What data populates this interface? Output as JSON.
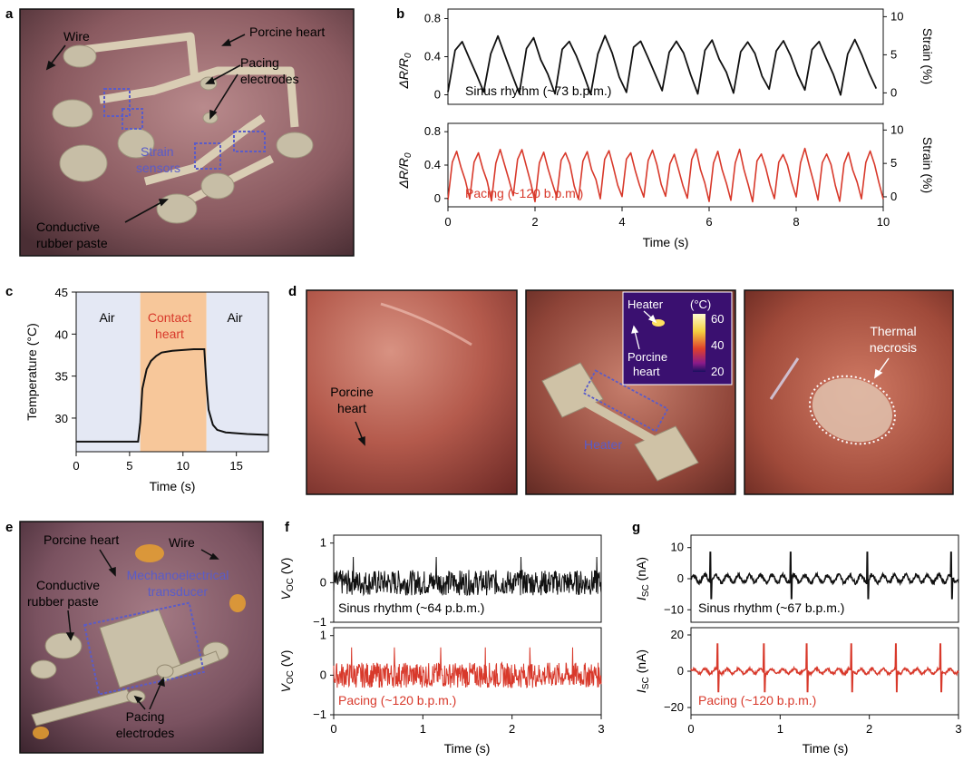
{
  "panels": {
    "a": {
      "letter": "a",
      "labels": {
        "wire": "Wire",
        "porcine_heart": "Porcine heart",
        "pacing_1": "Pacing",
        "pacing_2": "electrodes",
        "strain_1": "Strain",
        "strain_2": "sensors",
        "rubber_1": "Conductive",
        "rubber_2": "rubber paste"
      }
    },
    "b": {
      "letter": "b",
      "top_caption": "Sinus rhythm (~73 b.p.m.)",
      "bottom_caption": "Pacing (~120 b.p.m.)",
      "ylabel_left": "ΔR/R",
      "ylabel_left_sub": "0",
      "ylabel_right": "Strain (%)",
      "xlabel": "Time (s)"
    },
    "c": {
      "letter": "c",
      "region_left": "Air",
      "region_mid_1": "Contact",
      "region_mid_2": "heart",
      "region_right": "Air",
      "xlabel": "Time (s)",
      "ylabel": "Temperature (°C)"
    },
    "d": {
      "letter": "d",
      "left_label_1": "Porcine",
      "left_label_2": "heart",
      "heater": "Heater",
      "inset_heater": "Heater",
      "inset_porcine_1": "Porcine",
      "inset_porcine_2": "heart",
      "inset_unit": "(°C)",
      "inset_ticks": [
        "60",
        "40",
        "20"
      ],
      "necrosis_1": "Thermal",
      "necrosis_2": "necrosis"
    },
    "e": {
      "letter": "e",
      "labels": {
        "porcine_heart": "Porcine heart",
        "wire": "Wire",
        "mech_1": "Mechanoelectrical",
        "mech_2": "transducer",
        "rubber_1": "Conductive",
        "rubber_2": "rubber paste",
        "pacing_1": "Pacing",
        "pacing_2": "electrodes"
      }
    },
    "f": {
      "letter": "f",
      "top_caption": "Sinus rhythm (~64 p.b.m.)",
      "bottom_caption": "Pacing (~120 b.p.m.)",
      "ylabel": "V",
      "ylabel_sub": "OC",
      "ylabel_unit": " (V)",
      "xlabel": "Time (s)"
    },
    "g": {
      "letter": "g",
      "top_caption": "Sinus rhythm (~67 b.p.m.)",
      "bottom_caption": "Pacing (~120 b.p.m.)",
      "ylabel": "I",
      "ylabel_sub": "SC",
      "ylabel_unit": " (nA)",
      "xlabel": "Time (s)"
    }
  },
  "colors": {
    "black_trace": "#111111",
    "red_trace": "#d8392b",
    "air_region": "#e4e8f4",
    "contact_region": "#f7c79a",
    "contact_text": "#d8392b",
    "sensor_label": "#5a5cc8"
  },
  "chart_data": [
    {
      "panel": "b",
      "type": "line",
      "xlim": [
        0,
        10
      ],
      "x_ticks": [
        "0",
        "2",
        "4",
        "6",
        "8",
        "10"
      ],
      "series": [
        {
          "name": "Sinus rhythm (~73 b.p.m.)",
          "ylim": [
            -0.1,
            0.9
          ],
          "y_ticks": [
            "0",
            "0.4",
            "0.8"
          ],
          "right_ticks": [
            "0",
            "5",
            "10"
          ],
          "period_s": 0.82,
          "min": 0.03,
          "max": 0.68,
          "color": "#111111"
        },
        {
          "name": "Pacing (~120 b.p.m.)",
          "ylim": [
            -0.1,
            0.9
          ],
          "y_ticks": [
            "0",
            "0.4",
            "0.8"
          ],
          "right_ticks": [
            "0",
            "5",
            "10"
          ],
          "period_s": 0.5,
          "min": 0.0,
          "max": 0.66,
          "color": "#d8392b"
        }
      ]
    },
    {
      "panel": "c",
      "type": "line",
      "xlim": [
        0,
        18
      ],
      "ylim": [
        26,
        45
      ],
      "x_ticks": [
        "0",
        "5",
        "10",
        "15"
      ],
      "y_ticks": [
        "30",
        "35",
        "40",
        "45"
      ],
      "regions": [
        {
          "x": [
            0,
            6
          ]
        },
        {
          "x": [
            6,
            12.2
          ]
        },
        {
          "x": [
            12.2,
            18
          ]
        }
      ],
      "x": [
        0,
        5.8,
        6.0,
        6.2,
        6.6,
        7.0,
        7.5,
        8.0,
        9.0,
        10.0,
        11.0,
        12.0,
        12.2,
        12.4,
        12.8,
        13.2,
        14.0,
        16.0,
        18.0
      ],
      "y": [
        27.2,
        27.2,
        29.5,
        33.5,
        35.8,
        36.8,
        37.4,
        37.8,
        38.0,
        38.1,
        38.2,
        38.2,
        34.0,
        31.0,
        29.2,
        28.6,
        28.3,
        28.1,
        28.0
      ]
    },
    {
      "panel": "f",
      "type": "line",
      "xlim": [
        0,
        3
      ],
      "x_ticks": [
        "0",
        "1",
        "2",
        "3"
      ],
      "series": [
        {
          "name": "Sinus rhythm (~64 p.b.m.)",
          "ylim": [
            -1,
            1.2
          ],
          "y_ticks": [
            "−1",
            "0",
            "1"
          ],
          "noise_amp": 0.32,
          "spikes_s": [
            0.22,
            1.15,
            2.1,
            2.95
          ],
          "spike_val": 0.65,
          "color": "#111111"
        },
        {
          "name": "Pacing (~120 b.p.m.)",
          "ylim": [
            -1,
            1.2
          ],
          "y_ticks": [
            "−1",
            "0",
            "1"
          ],
          "noise_amp": 0.32,
          "spikes_s": [
            0.2,
            0.68,
            1.2,
            1.7,
            2.2,
            2.68
          ],
          "spike_val": 0.7,
          "color": "#d8392b"
        }
      ]
    },
    {
      "panel": "g",
      "type": "line",
      "xlim": [
        0,
        3
      ],
      "x_ticks": [
        "0",
        "1",
        "2",
        "3"
      ],
      "series": [
        {
          "name": "Sinus rhythm (~67 b.p.m.)",
          "ylim": [
            -14,
            14
          ],
          "y_ticks": [
            "−10",
            "0",
            "10"
          ],
          "ripple_amp": 1.2,
          "spikes_s": [
            0.22,
            1.12,
            1.98,
            2.92
          ],
          "spike_val": 8.5,
          "color": "#111111"
        },
        {
          "name": "Pacing (~120 b.p.m.)",
          "ylim": [
            -24,
            24
          ],
          "y_ticks": [
            "−20",
            "0",
            "20"
          ],
          "ripple_amp": 1.3,
          "spikes_s": [
            0.3,
            0.82,
            1.3,
            1.8,
            2.3,
            2.8
          ],
          "spike_val": 15,
          "color": "#d8392b"
        }
      ]
    }
  ]
}
